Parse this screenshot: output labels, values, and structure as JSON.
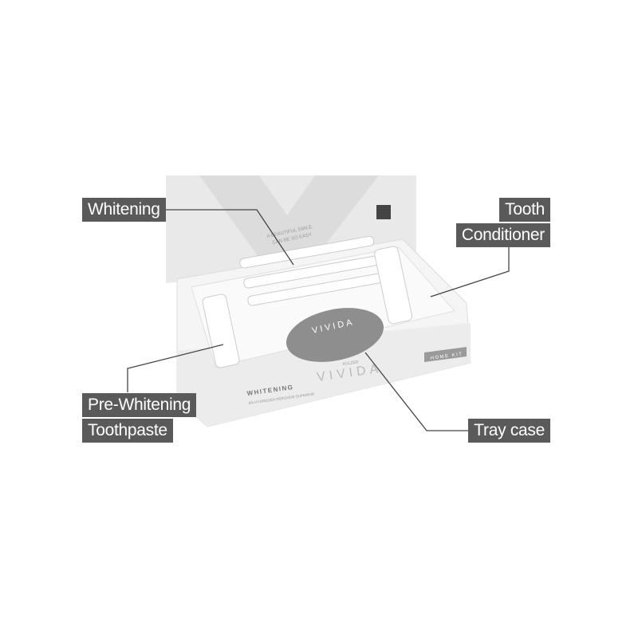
{
  "product": {
    "lid_slogan": "A BEAUTIFUL SMILE CAN BE SO EASY",
    "slogan_line1": "A BEAUTIFUL SMILE",
    "slogan_line2": "CAN BE SO EASY",
    "brand": "VIVIDA",
    "maker": "KULZER",
    "front_title": "WHITENING",
    "front_subtitle": "6% HYDROGEN PEROXIDE SUPERIOR",
    "side_badge": "HOME KIT"
  },
  "labels": {
    "whitening": "Whitening",
    "tooth_conditioner_line1": "Tooth",
    "tooth_conditioner_line2": "Conditioner",
    "pre_whitening_line1": "Pre-Whitening",
    "pre_whitening_line2": "Toothpaste",
    "tray_case": "Tray case"
  },
  "colors": {
    "label_bg": "#5a5a5a",
    "label_text": "#ffffff",
    "leader_line": "#444444"
  }
}
